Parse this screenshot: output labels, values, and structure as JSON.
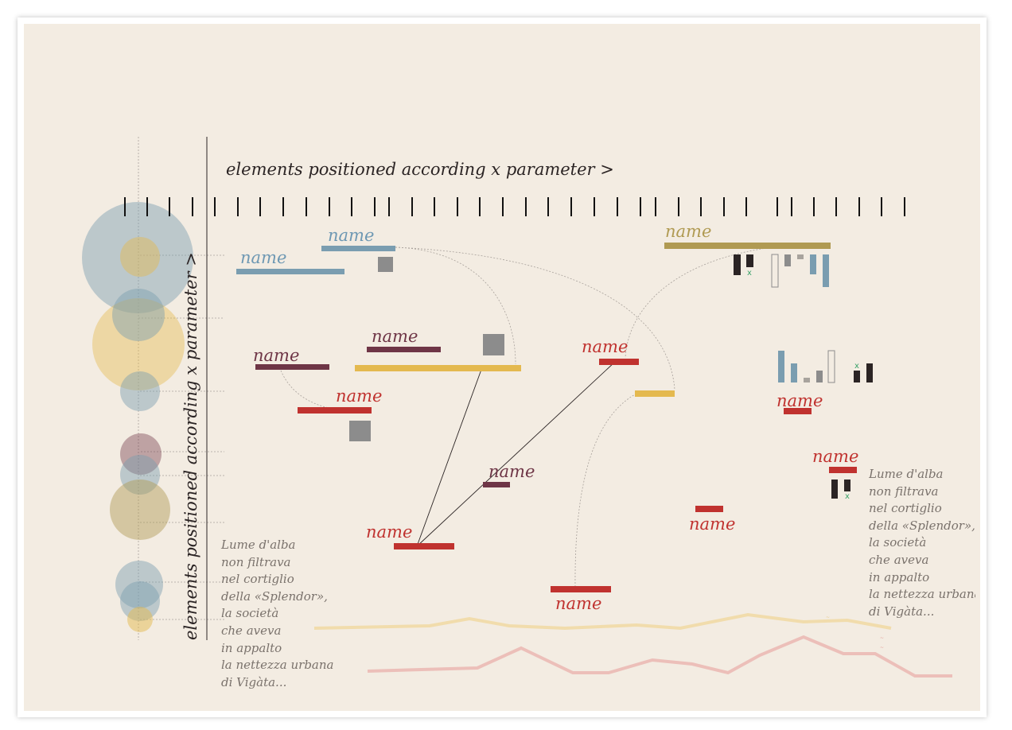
{
  "colors": {
    "background": "#f3ece2",
    "blue": "#7a9db0",
    "blue_label": "#6e98b3",
    "gold": "#e4b94f",
    "olive": "#b09a52",
    "plum": "#6e3546",
    "red": "#c0322f",
    "gray_box": "#8c8c8c",
    "dark": "#2b2424",
    "poem": "#7a726c"
  },
  "axes": {
    "x_title": "elements positioned according x parameter >",
    "y_title": "elements positioned according x parameter >"
  },
  "bars": [
    {
      "id": "blue-1",
      "label": "name",
      "color": "blue"
    },
    {
      "id": "blue-2",
      "label": "name",
      "color": "blue"
    },
    {
      "id": "plum-1",
      "label": "name",
      "color": "plum"
    },
    {
      "id": "plum-2",
      "label": "name",
      "color": "plum"
    },
    {
      "id": "gold-1",
      "label": "",
      "color": "gold"
    },
    {
      "id": "red-1",
      "label": "name",
      "color": "red"
    },
    {
      "id": "red-2",
      "label": "name",
      "color": "red"
    },
    {
      "id": "plum-3",
      "label": "name",
      "color": "plum"
    },
    {
      "id": "red-3",
      "label": "name",
      "color": "red"
    },
    {
      "id": "red-4",
      "label": "name",
      "color": "red"
    },
    {
      "id": "gold-2",
      "label": "",
      "color": "gold"
    },
    {
      "id": "olive-1",
      "label": "name",
      "color": "olive"
    },
    {
      "id": "red-5",
      "label": "name",
      "color": "red"
    },
    {
      "id": "red-6",
      "label": "name",
      "color": "red"
    },
    {
      "id": "red-7",
      "label": "name",
      "color": "red"
    }
  ],
  "poem": {
    "lines": [
      "Lume d'alba",
      "non filtrava",
      "nel cortiglio",
      "della «Splendor»,",
      "la società",
      "che aveva",
      "in appalto",
      "la nettezza urbana",
      "di Vigàta..."
    ]
  },
  "marks": {
    "x": "x"
  }
}
